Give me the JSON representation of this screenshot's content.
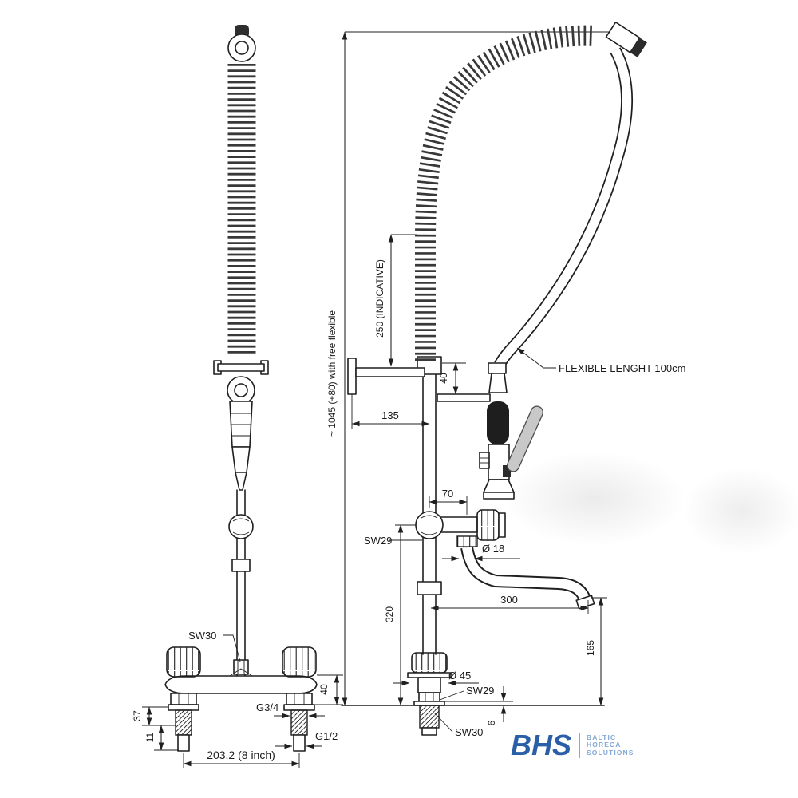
{
  "style": {
    "line_color": "#1f1f1f"
  },
  "views": {
    "front": {
      "sw30_label": "SW30",
      "dim_deck_thickness": "37",
      "dim_thread_len": "11",
      "dim_body_height": "40",
      "thread_spec_top": "G3/4",
      "thread_spec_bottom": "G1/2",
      "dim_center_spread": "203,2  (8 inch)"
    },
    "side": {
      "dim_overall_height": "~ 1045 (+80) with free flexible",
      "dim_spring_indicative": "250 (INDICATIVE)",
      "dim_bracket_offset": "135",
      "dim_bracket_gap": "40",
      "note_flexible_length": "FLEXIBLE LENGHT 100cm",
      "dim_spout_offset": "70",
      "sw29_valve_label": "SW29",
      "dia_spout": "Ø 18",
      "dim_spout_reach": "300",
      "dim_spout_height": "165",
      "dim_column_height": "320",
      "dia_base": "Ø 45",
      "sw29_base_label": "SW29",
      "sw30_base_label": "SW30",
      "dim_deck_plate": "6"
    }
  },
  "logo": {
    "brand": "BHS",
    "line1": "BALTIC",
    "line2": "HORECA",
    "line3": "SOLUTIONS",
    "brand_color": "#2a5fa8",
    "tagline_color": "#83a9d6"
  }
}
